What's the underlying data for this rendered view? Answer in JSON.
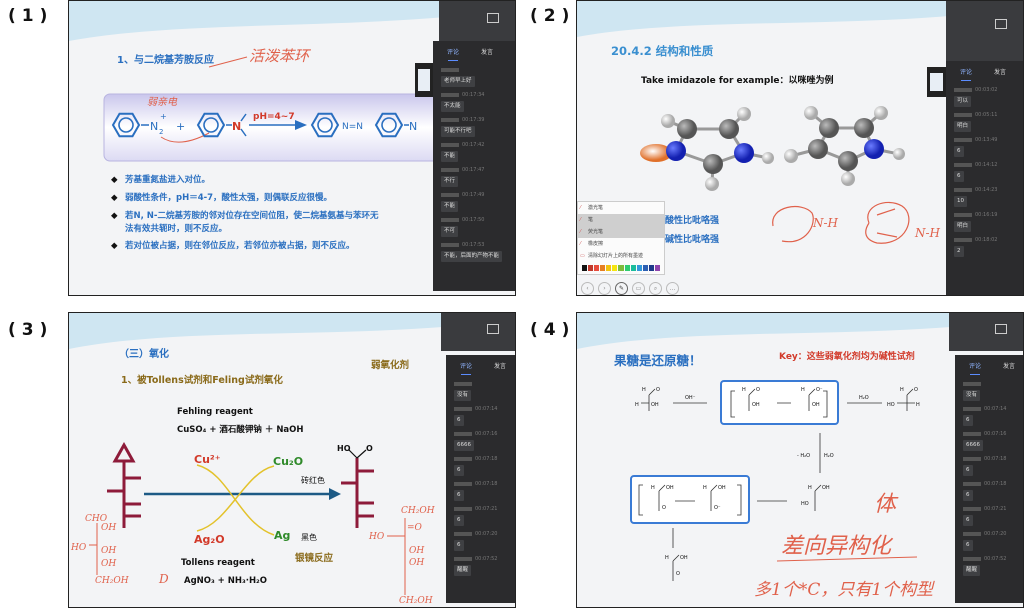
{
  "panels": [
    {
      "label": "(1)",
      "title": "1、与二烷基芳胺反应",
      "reaction": {
        "n2": "N",
        "n2_sub": "2",
        "n2_sup": "+",
        "plus": "+",
        "n": "N",
        "condition": "pH=4~7",
        "azo": "N=N",
        "n2b": "N"
      },
      "handwriting": [
        "活泼苯环",
        "弱亲电"
      ],
      "bullets": [
        "芳基重氮盐进入对位。",
        "弱酸性条件，pH＝4-7，酸性太强，则偶联反应很慢。",
        "若N, N-二烷基芳胺的邻对位存在空间位阻，使二烷基氨基与苯环无",
        "法有效共轭时，则不反应。",
        "若对位被占据，则在邻位反应，若邻位亦被占据，则不反应。"
      ],
      "chat": {
        "tabs": [
          "评论",
          "发言"
        ],
        "messages": [
          {
            "time": "",
            "text": "老师早上好"
          },
          {
            "time": "00:17:34",
            "text": "不太能"
          },
          {
            "time": "00:17:39",
            "text": "可能不行吧"
          },
          {
            "time": "00:17:42",
            "text": "不能"
          },
          {
            "time": "00:17:47",
            "text": "不行"
          },
          {
            "time": "00:17:49",
            "text": "不能"
          },
          {
            "time": "00:17:50",
            "text": "不可"
          },
          {
            "time": "00:17:53",
            "text": "不能，后面的产物不能"
          }
        ]
      }
    },
    {
      "label": "(2)",
      "title": "20.4.2 结构和性质",
      "subtitle": "Take imidazole for example：以咪唑为例",
      "props": [
        "酸性比吡咯强",
        "碱性比吡咯强"
      ],
      "handwriting": [
        "N-H",
        "N-H"
      ],
      "pen_menu": [
        "激光笔",
        "笔",
        "荧光笔",
        "橡皮擦",
        "清除幻灯片上的所有墨迹"
      ],
      "pen_colors": [
        "#111111",
        "#c0392b",
        "#e74c3c",
        "#e67e22",
        "#f1c40f",
        "#f5e50f",
        "#7dbb3c",
        "#2ecc71",
        "#1abc9c",
        "#3498db",
        "#2c5fb3",
        "#1f3a8a",
        "#8e44ad"
      ],
      "chat": {
        "tabs": [
          "评论",
          "发言"
        ],
        "messages": [
          {
            "time": "00:03:02",
            "text": "可以"
          },
          {
            "time": "00:05:11",
            "text": "明白"
          },
          {
            "time": "00:13:49",
            "text": "6"
          },
          {
            "time": "00:14:12",
            "text": "6"
          },
          {
            "time": "00:14:23",
            "text": "10"
          },
          {
            "time": "00:16:19",
            "text": "明白"
          },
          {
            "time": "00:18:02",
            "text": "2"
          }
        ]
      }
    },
    {
      "label": "(3)",
      "title": "（三）氧化",
      "tag": "弱氧化剂",
      "subtitle": "1、被Tollens试剂和Feling试剂氧化",
      "fehling": "Fehling reagent",
      "fehling_formula": "CuSO₄ + 酒石酸钾钠 ＋ NaOH",
      "cu2": "Cu²⁺",
      "cu2o": "Cu₂O",
      "ag2o": "Ag₂O",
      "ag": "Ag",
      "brick": "砖红色",
      "black": "黑色",
      "mirror": "银镜反应",
      "tollens": "Tollens reagent",
      "tollens_formula": "AgNO₃ + NH₃·H₂O",
      "acid": "HO",
      "acid_o": "O",
      "handwriting_left": [
        "CHO",
        "OH",
        "HO",
        "OH",
        "OH",
        "CH₂OH",
        "D"
      ],
      "handwriting_right": [
        "CH₂OH",
        "=O",
        "HO",
        "OH",
        "OH",
        "CH₂OH"
      ],
      "chat": {
        "tabs": [
          "评论",
          "发言"
        ],
        "messages": [
          {
            "time": "",
            "text": "没有"
          },
          {
            "time": "00:07:14",
            "text": "6"
          },
          {
            "time": "00:07:16",
            "text": "6666"
          },
          {
            "time": "00:07:18",
            "text": "6"
          },
          {
            "time": "00:07:18",
            "text": "6"
          },
          {
            "time": "00:07:21",
            "text": "6"
          },
          {
            "time": "00:07:20",
            "text": "6"
          },
          {
            "time": "00:07:52",
            "text": "醒醒"
          }
        ]
      }
    },
    {
      "label": "(4)",
      "title": "果糖是还原糖！",
      "key": "Key：这些弱氧化剂均为碱性试剂",
      "reagents": {
        "oh": "OH⁻",
        "h2o": "H₂O",
        "minus_h2o": "- H₂O",
        "h2o2": "H₂O"
      },
      "handwriting": [
        "体",
        "差向异构化",
        "多1个*C，只有1个构型"
      ],
      "chat": {
        "tabs": [
          "评论",
          "发言"
        ],
        "messages": [
          {
            "time": "",
            "text": "没有"
          },
          {
            "time": "00:07:14",
            "text": "6"
          },
          {
            "time": "00:07:16",
            "text": "6666"
          },
          {
            "time": "00:07:18",
            "text": "6"
          },
          {
            "time": "00:07:18",
            "text": "6"
          },
          {
            "time": "00:07:21",
            "text": "6"
          },
          {
            "time": "00:07:20",
            "text": "6"
          },
          {
            "time": "00:07:52",
            "text": "醒醒"
          }
        ]
      }
    }
  ],
  "colors": {
    "slide_blue": "#2a6fc0",
    "red": "#d23a2a",
    "hand": "#e0614b",
    "sidebar": "#2b2b2d",
    "chain": "#8e1b3a",
    "green": "#2f8a2a"
  }
}
